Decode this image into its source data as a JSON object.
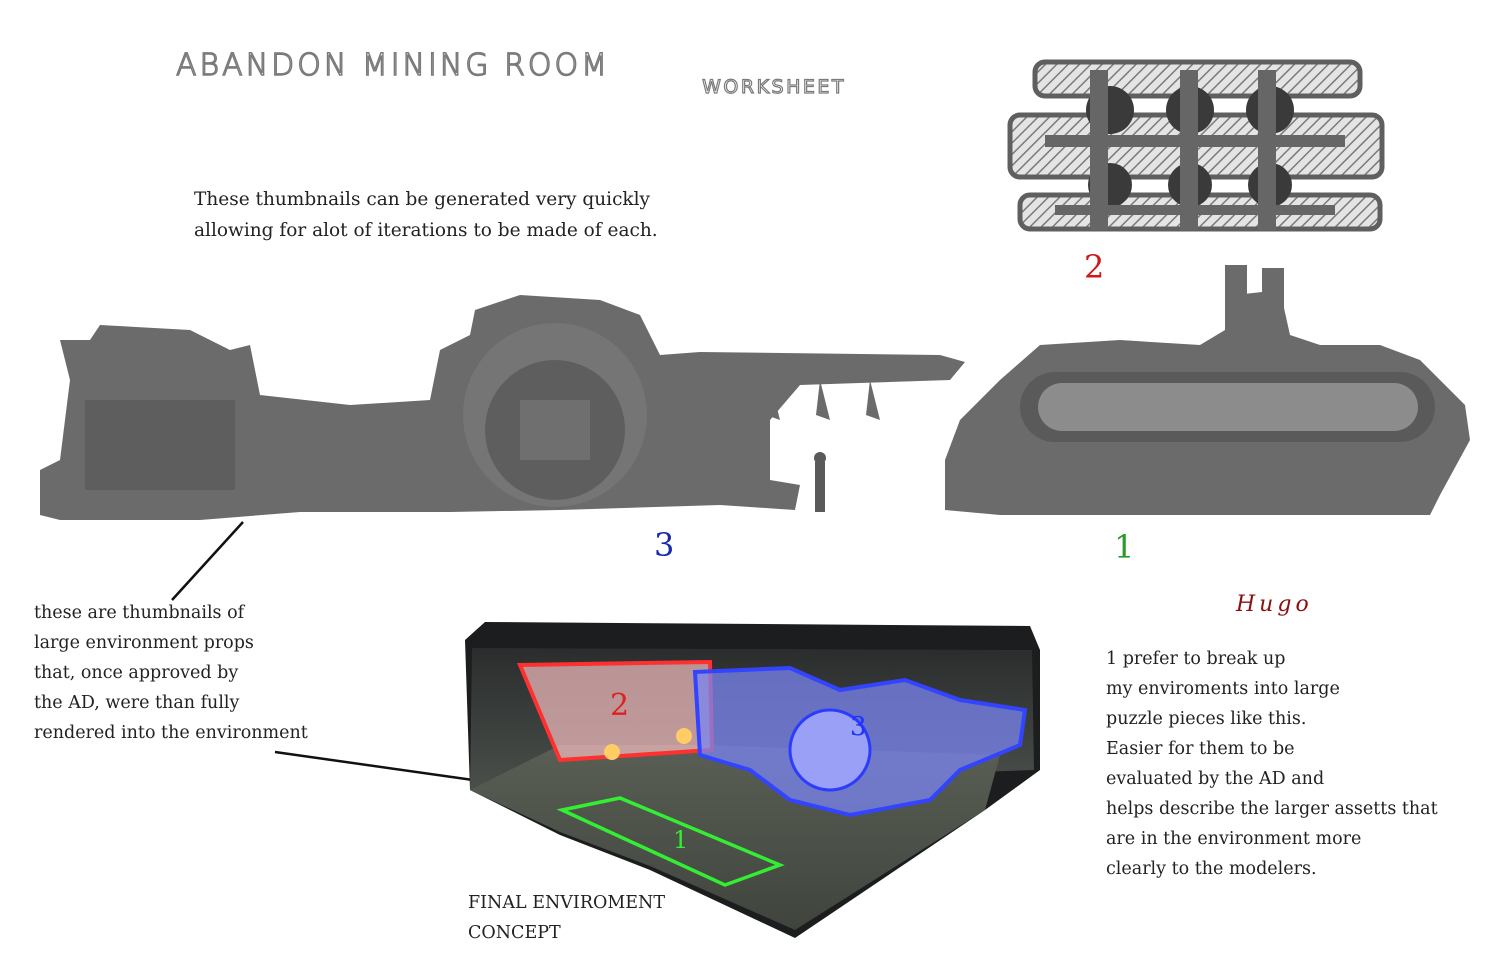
{
  "title": {
    "main": "ABANDON MINING ROOM",
    "sub": "WORKSHEET"
  },
  "intro_note": {
    "lines": [
      "These thumbnails can be generated very quickly",
      "allowing for alot of iterations to be made of each."
    ]
  },
  "labels": {
    "two": "2",
    "three": "3",
    "one": "1"
  },
  "props_note": {
    "lines": [
      "these are thumbnails of",
      "large environment props",
      "that, once approved by",
      "the AD, were than fully",
      "rendered into the environment"
    ]
  },
  "right_note": {
    "lines": [
      "1 prefer to break up",
      "my enviroments into large",
      "puzzle pieces like this.",
      "Easier for them to be",
      "evaluated by the AD and",
      "helps describe the larger assetts that",
      "are in the environment more",
      "clearly to the modelers."
    ]
  },
  "final_caption": {
    "lines": [
      "FINAL ENVIROMENT",
      "CONCEPT"
    ]
  },
  "signature": "Hugo",
  "colors": {
    "prop_gray": "#6b6b6b",
    "label_red": "#cc1a1a",
    "label_blue": "#1a2aaa",
    "label_green": "#2a9a2a",
    "overlay_red": "#ff3030",
    "overlay_blue": "#4055ff",
    "overlay_green": "#33ee33"
  }
}
